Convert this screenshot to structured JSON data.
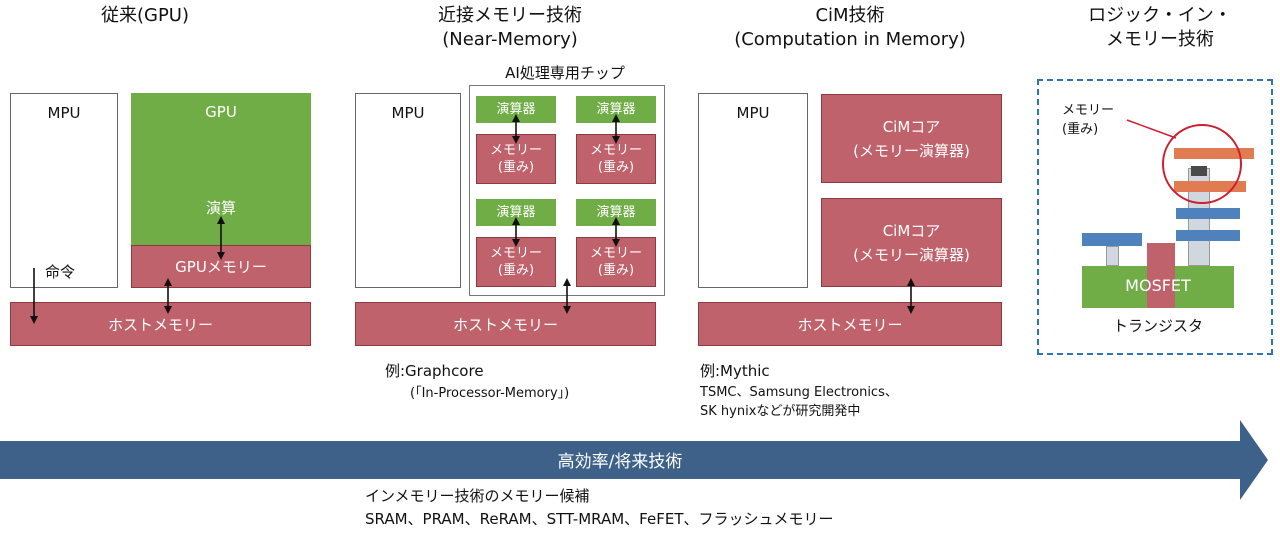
{
  "columns": {
    "conventional": {
      "title": "従来(GPU)",
      "mpu": "MPU",
      "gpu": "GPU",
      "compute": "演算",
      "gpu_memory": "GPUメモリー",
      "command": "命令",
      "host_memory": "ホストメモリー"
    },
    "near_memory": {
      "title_line1": "近接メモリー技術",
      "title_line2": "(Near-Memory)",
      "chip_label": "AI処理専用チップ",
      "mpu": "MPU",
      "compute_unit": "演算器",
      "memory_weights_line1": "メモリー",
      "memory_weights_line2": "(重み)",
      "host_memory": "ホストメモリー",
      "example_line1": "例:Graphcore",
      "example_line2": "(「In-Processor-Memory」)"
    },
    "cim": {
      "title_line1": "CiM技術",
      "title_line2": "(Computation in Memory)",
      "mpu": "MPU",
      "core_line1": "CiMコア",
      "core_line2": "(メモリー演算器)",
      "host_memory": "ホストメモリー",
      "example_line1": "例:Mythic",
      "example_line2": "TSMC、Samsung Electronics、",
      "example_line3": "SK hynixなどが研究開発中"
    },
    "logic_in_memory": {
      "title_line1": "ロジック・イン・",
      "title_line2": "メモリー技術",
      "memory_line1": "メモリー",
      "memory_line2": "(重み)",
      "mosfet": "MOSFET",
      "transistor": "トランジスタ"
    }
  },
  "arrow_label": "高効率/将来技術",
  "footer_line1": "インメモリー技術のメモリー候補",
  "footer_line2": "SRAM、PRAM、ReRAM、STT-MRAM、FeFET、フラッシュメモリー",
  "colors": {
    "green": "#70ad47",
    "red": "#c0626b",
    "blue_arrow": "#3d6189",
    "blue_layer": "#4f81bd",
    "orange_layer": "#e07b52",
    "dashed_border": "#2e75b6"
  }
}
